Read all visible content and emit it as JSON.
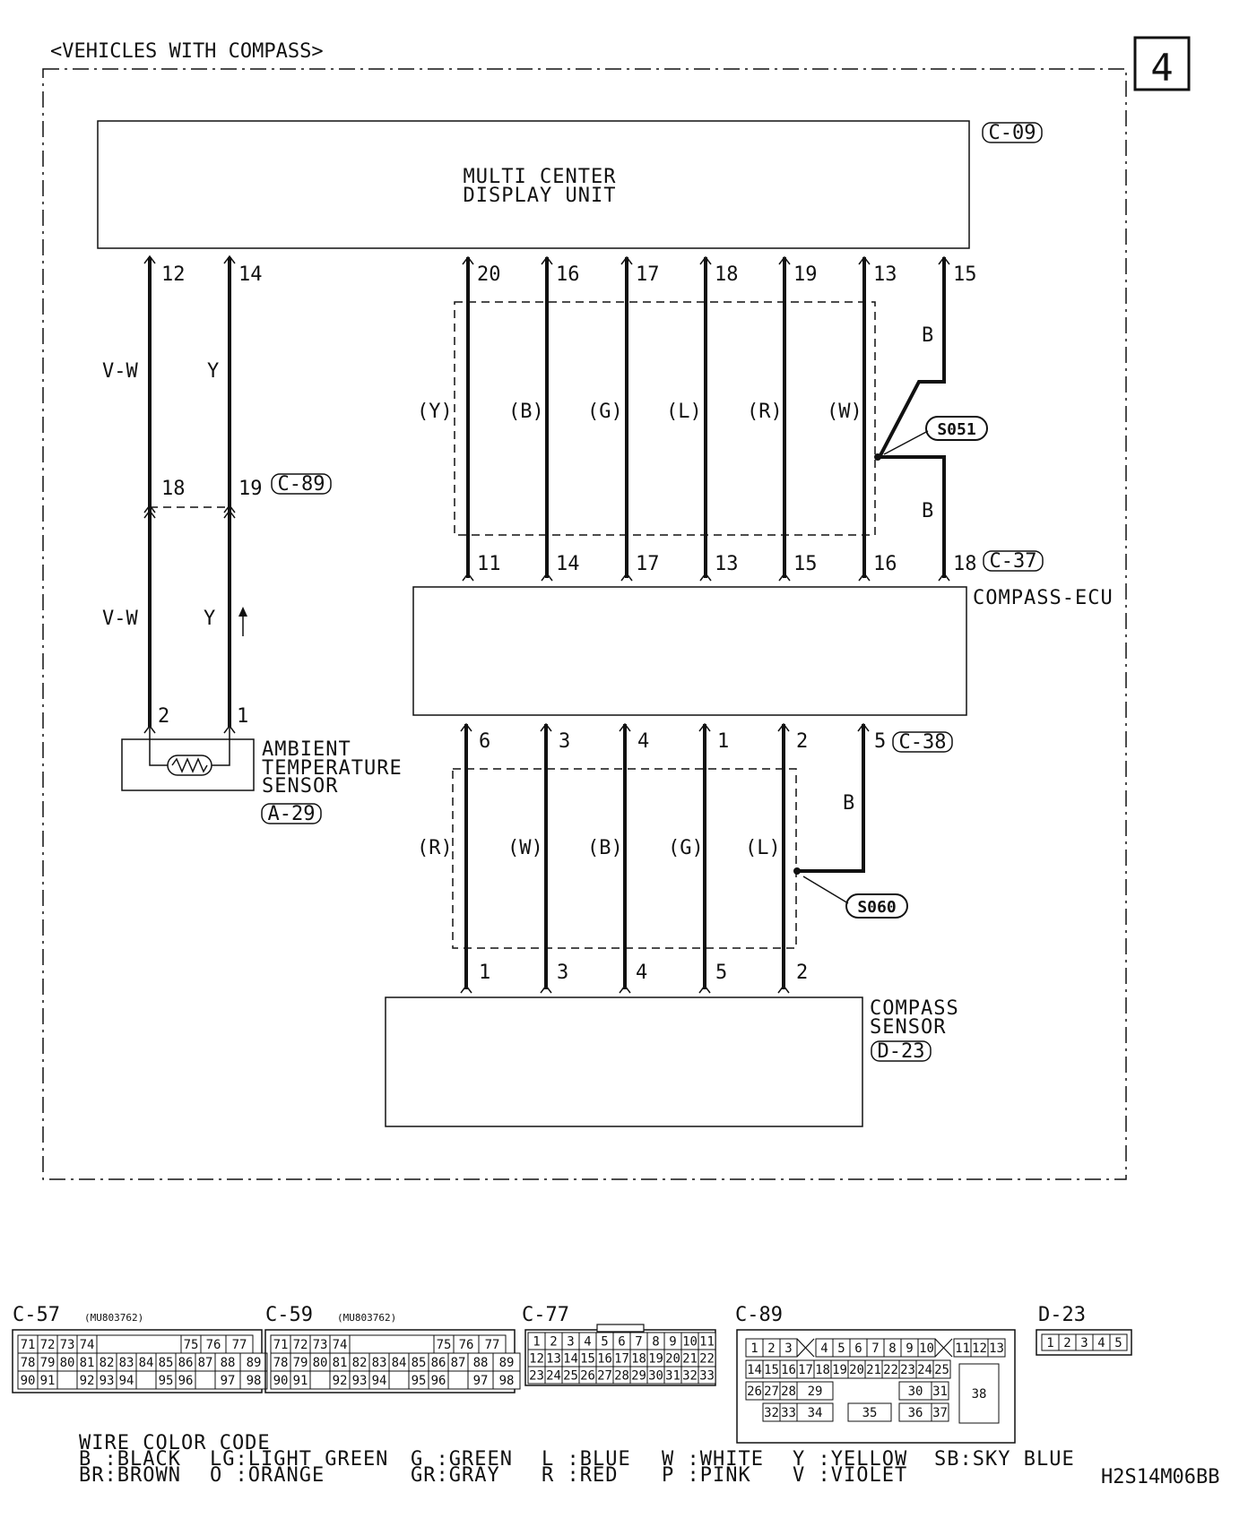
{
  "header": {
    "condition": "<VEHICLES WITH COMPASS>",
    "page_number": "4"
  },
  "components": {
    "mcdu": {
      "line1": "MULTI CENTER",
      "line2": "DISPLAY UNIT",
      "connector": "C-09"
    },
    "compass_ecu": {
      "name": "COMPASS-ECU"
    },
    "compass_sensor": {
      "line1": "COMPASS",
      "line2": "SENSOR",
      "connector": "D-23"
    },
    "ambient_sensor": {
      "line1": "AMBIENT",
      "line2": "TEMPERATURE",
      "line3": "SENSOR",
      "connector": "A-29"
    }
  },
  "connectors": {
    "c89": "C-89",
    "c37": "C-37",
    "c38": "C-38"
  },
  "splices": {
    "s051": "S051",
    "s060": "S060"
  },
  "ambient_wires": {
    "mcdu_pins": [
      "12",
      "14"
    ],
    "joint_pins": [
      "18",
      "19"
    ],
    "sensor_pins": [
      "2",
      "1"
    ],
    "upper_colors": [
      "V-W",
      "Y"
    ],
    "lower_colors": [
      "V-W",
      "Y"
    ]
  },
  "upper_bundle": {
    "mcdu_pins": [
      "20",
      "16",
      "17",
      "18",
      "19",
      "13",
      "15"
    ],
    "ecu_pins": [
      "11",
      "14",
      "17",
      "13",
      "15",
      "16",
      "18"
    ],
    "colors": [
      "(Y)",
      "(B)",
      "(G)",
      "(L)",
      "(R)",
      "(W)"
    ],
    "ground_color_top": "B",
    "ground_color_bottom": "B"
  },
  "lower_bundle": {
    "ecu_pins": [
      "6",
      "3",
      "4",
      "1",
      "2",
      "5"
    ],
    "sensor_pins": [
      "1",
      "3",
      "4",
      "5",
      "2"
    ],
    "colors": [
      "(R)",
      "(W)",
      "(B)",
      "(G)",
      "(L)"
    ],
    "ground_color": "B"
  },
  "connector_views": [
    {
      "id": "C-57",
      "part": "(MU803762)"
    },
    {
      "id": "C-59",
      "part": "(MU803762)"
    },
    {
      "id": "C-77"
    },
    {
      "id": "C-89"
    },
    {
      "id": "D-23"
    }
  ],
  "c5759_rows": [
    [
      "71",
      "72",
      "73",
      "74",
      "",
      "75",
      "76",
      "77"
    ],
    [
      "78",
      "79",
      "80",
      "81",
      "82",
      "83",
      "84",
      "85",
      "86",
      "87",
      "88",
      "89"
    ],
    [
      "90",
      "91",
      "",
      "92",
      "93",
      "94",
      "",
      "95",
      "96",
      "",
      "97",
      "98"
    ]
  ],
  "c77_rows": [
    [
      "1",
      "2",
      "3",
      "4",
      "5",
      "6",
      "7",
      "8",
      "9",
      "10",
      "11"
    ],
    [
      "12",
      "13",
      "14",
      "15",
      "16",
      "17",
      "18",
      "19",
      "20",
      "21",
      "22"
    ],
    [
      "23",
      "24",
      "25",
      "26",
      "27",
      "28",
      "29",
      "30",
      "31",
      "32",
      "33"
    ]
  ],
  "c89_rows": [
    [
      "1",
      "2",
      "3",
      "4",
      "5",
      "6",
      "7",
      "8",
      "9",
      "10",
      "11",
      "12",
      "13"
    ],
    [
      "14",
      "15",
      "16",
      "17",
      "18",
      "19",
      "20",
      "21",
      "22",
      "23",
      "24",
      "25"
    ],
    [
      "26",
      "27",
      "28",
      "29",
      "30",
      "31",
      "38"
    ],
    [
      "32",
      "33",
      "34",
      "35",
      "36",
      "37"
    ]
  ],
  "d23_pins": [
    "1",
    "2",
    "3",
    "4",
    "5"
  ],
  "legend": {
    "title": "WIRE COLOR CODE",
    "row1": [
      "B :BLACK",
      "LG:LIGHT GREEN",
      "G :GREEN",
      "L :BLUE",
      "W :WHITE",
      "Y :YELLOW",
      "SB:SKY BLUE"
    ],
    "row2": [
      "BR:BROWN",
      "O :ORANGE",
      "GR:GRAY",
      "R :RED",
      "P :PINK",
      "V :VIOLET"
    ]
  },
  "drawing_code": "H2S14M06BB"
}
